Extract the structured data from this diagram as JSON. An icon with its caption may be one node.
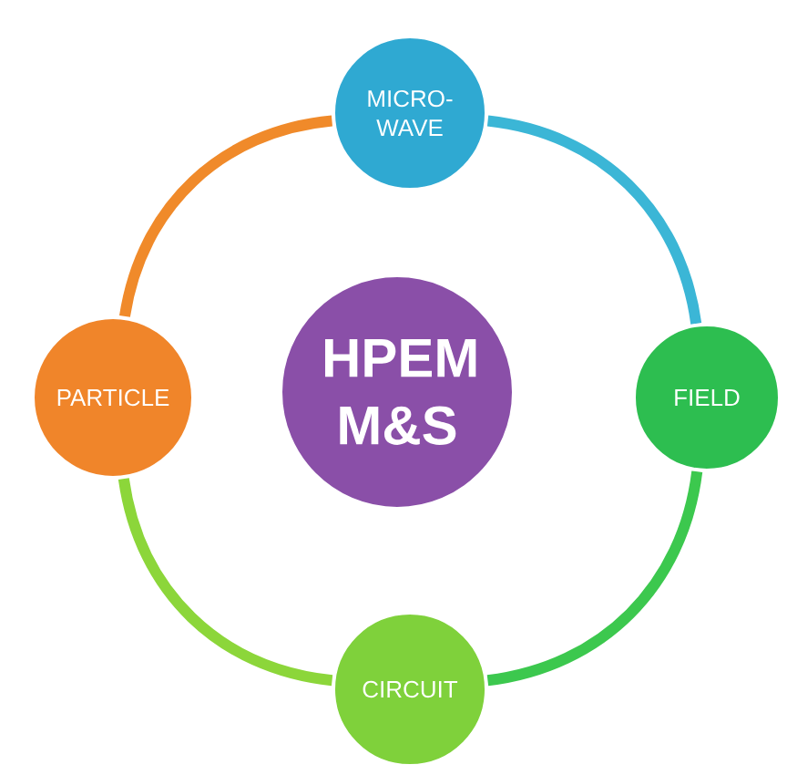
{
  "diagram": {
    "nodes": [
      {
        "text": [
          "HPEM M&S"
        ]
      },
      {
        "text": [
          "MICRO- WAVE"
        ]
      },
      {
        "text": [
          "FIELD"
        ]
      },
      {
        "text": [
          "CIRCUIT"
        ]
      },
      {
        "text": [
          "PARTICLE"
        ]
      }
    ],
    "edges": [
      {
        "from": 1,
        "to": 2,
        "arrow": "none",
        "color": "#3bb6d6"
      },
      {
        "from": 2,
        "to": 3,
        "arrow": "none",
        "color": "#3cc84e"
      },
      {
        "from": 3,
        "to": 4,
        "arrow": "none",
        "color": "#8cd63a"
      },
      {
        "from": 4,
        "to": 1,
        "arrow": "none",
        "color": "#f08a2a"
      }
    ]
  }
}
